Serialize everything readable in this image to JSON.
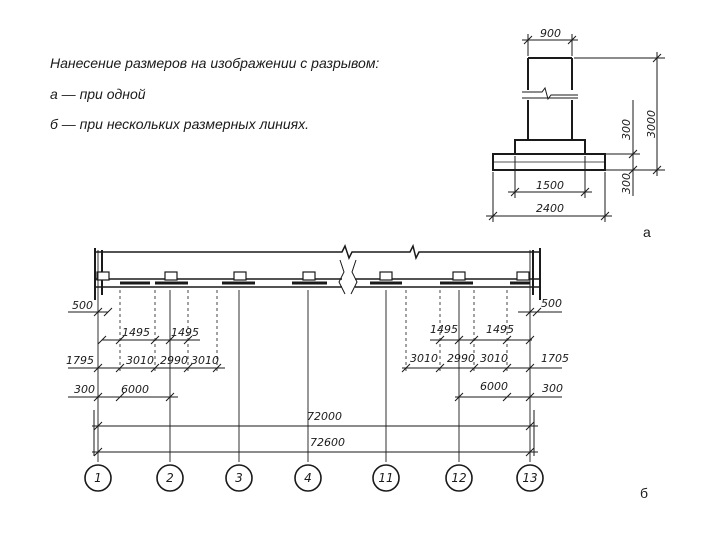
{
  "caption": {
    "title": "Нанесение размеров на изображении с разрывом:",
    "item_a": "а — при одной",
    "item_b": "б — при нескольких размерных линиях."
  },
  "figure_a": {
    "label": "а",
    "dims": {
      "top_width": "900",
      "total_height": "3000",
      "part_height": "300",
      "base_height": "300",
      "plinth_width": "1500",
      "base_width": "2400"
    }
  },
  "figure_b": {
    "label": "б",
    "axes": [
      "1",
      "2",
      "3",
      "4",
      "11",
      "12",
      "13"
    ],
    "dims": {
      "left_500": "500",
      "right_500": "500",
      "l1495a": "1495",
      "l1495b": "1495",
      "r1495a": "1495",
      "r1495b": "1495",
      "l1795": "1795",
      "r1705": "1705",
      "l3010a": "3010",
      "l2990": "2990",
      "l3010b": "3010",
      "r3010a": "3010",
      "r2990": "2990",
      "r3010b": "3010",
      "l300": "300",
      "r300": "300",
      "l6000": "6000",
      "r6000": "6000",
      "span_72000": "72000",
      "span_72600": "72600"
    }
  }
}
